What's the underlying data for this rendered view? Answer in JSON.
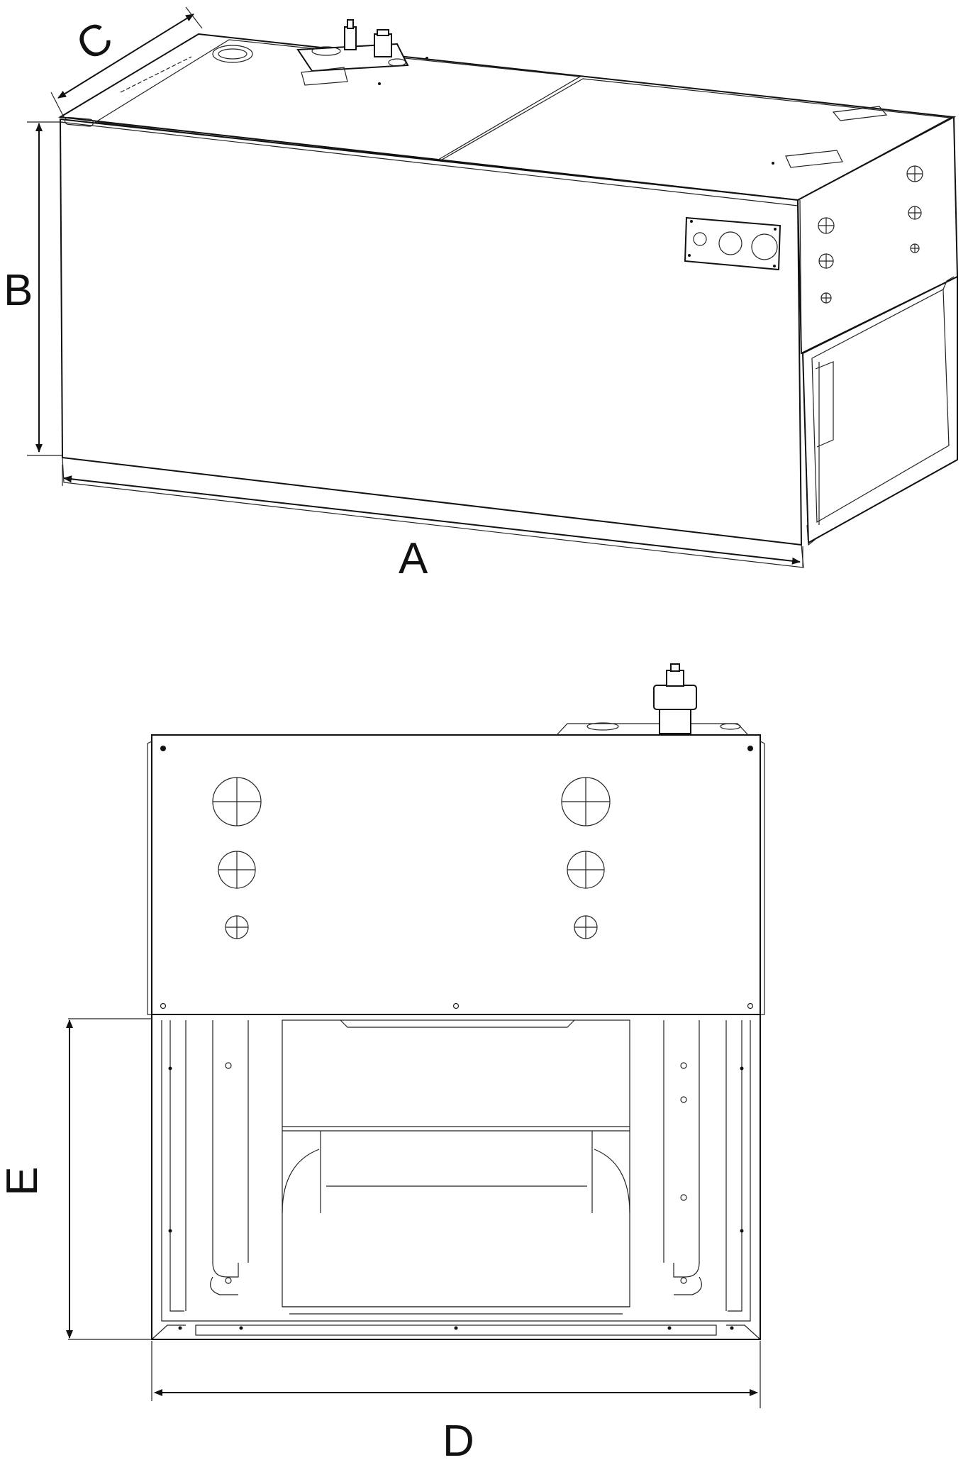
{
  "dimension_labels": {
    "a": "A",
    "b": "B",
    "c": "C",
    "d": "D",
    "e": "E"
  }
}
